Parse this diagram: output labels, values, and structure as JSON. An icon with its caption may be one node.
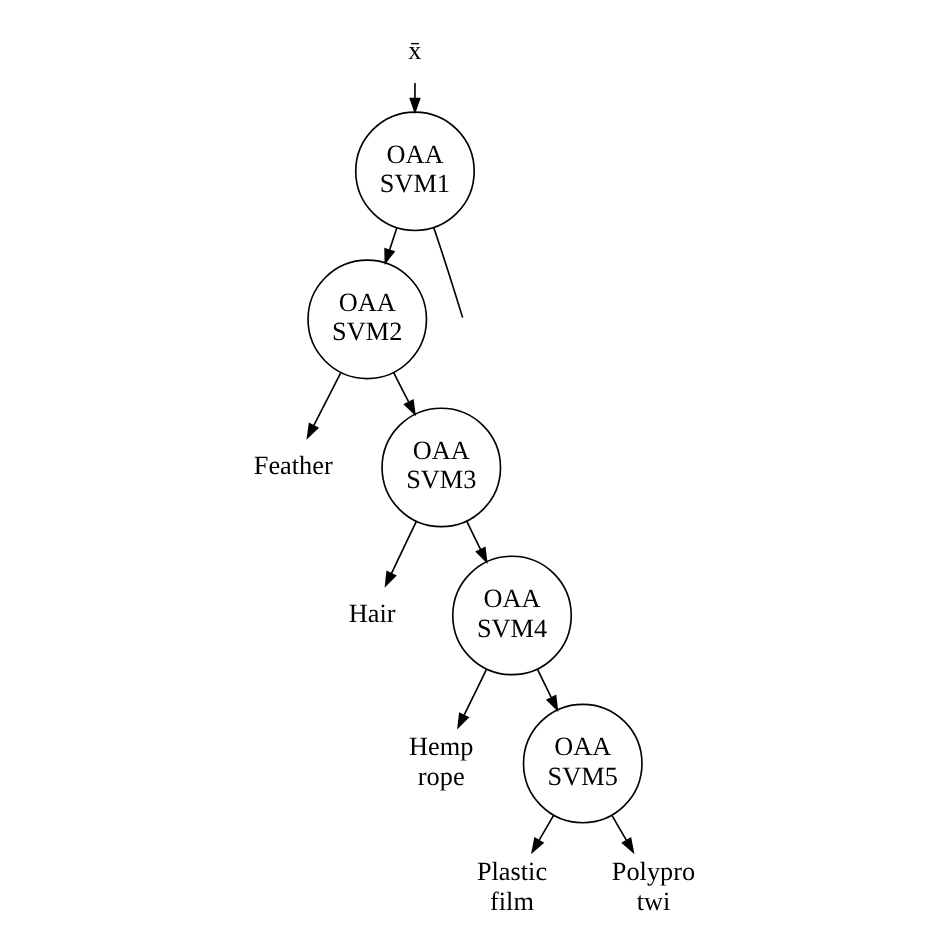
{
  "diagram": {
    "nodes": [
      {
        "text": [
          "x̄"
        ]
      },
      {
        "text": [
          "OAA SVM1"
        ]
      },
      {
        "text": [
          "OAA SVM2"
        ]
      },
      {
        "text": [
          "Feather"
        ]
      },
      {
        "text": [
          "OAA SVM3"
        ]
      },
      {
        "text": [
          "Hair"
        ]
      },
      {
        "text": [
          "OAA SVM4"
        ]
      },
      {
        "text": [
          "Hemp rope"
        ]
      },
      {
        "text": [
          "OAA SVM5"
        ]
      },
      {
        "text": [
          "Plastic film"
        ]
      },
      {
        "text": [
          "Polypro twi"
        ]
      }
    ],
    "edges": [
      {
        "from": 0,
        "to": 1,
        "arrow": "to"
      },
      {
        "from": 1,
        "to": null,
        "arrow": "none"
      },
      {
        "from": 1,
        "to": 2,
        "arrow": "to"
      },
      {
        "from": 2,
        "to": 3,
        "arrow": "to"
      },
      {
        "from": 2,
        "to": 4,
        "arrow": "to"
      },
      {
        "from": 4,
        "to": 5,
        "arrow": "to"
      },
      {
        "from": 4,
        "to": 6,
        "arrow": "to"
      },
      {
        "from": 6,
        "to": 7,
        "arrow": "to"
      },
      {
        "from": 6,
        "to": 8,
        "arrow": "to"
      },
      {
        "from": 8,
        "to": 9,
        "arrow": "to"
      },
      {
        "from": 8,
        "to": 10,
        "arrow": "to"
      }
    ]
  }
}
